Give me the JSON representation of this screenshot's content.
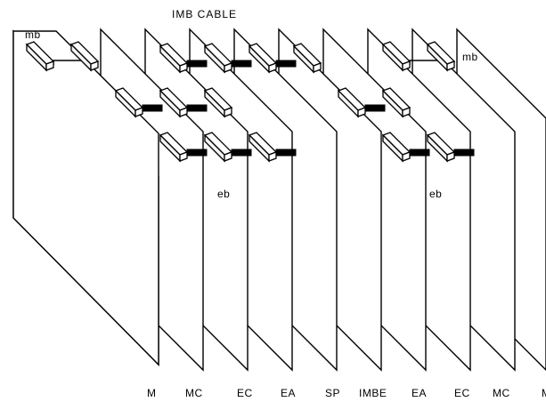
{
  "title": "IMB CABLE",
  "callouts": {
    "mb_left": "mb",
    "mb_right": "mb",
    "eb_left": "eb",
    "eb_right": "eb"
  },
  "board_labels": [
    "M",
    "MC",
    "EC",
    "EA",
    "SP",
    "IMBE",
    "EA",
    "EC",
    "MC",
    "M"
  ]
}
